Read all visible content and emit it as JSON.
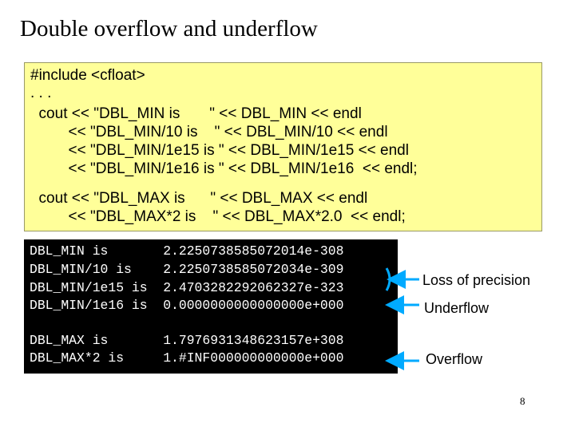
{
  "title": "Double overflow and underflow",
  "code": {
    "lines": [
      "#include <cfloat>",
      ". . .",
      "  cout << \"DBL_MIN is       \" << DBL_MIN << endl",
      "         << \"DBL_MIN/10 is    \" << DBL_MIN/10 << endl",
      "         << \"DBL_MIN/1e15 is \" << DBL_MIN/1e15 << endl",
      "         << \"DBL_MIN/1e16 is \" << DBL_MIN/1e16  << endl;",
      "  cout << \"DBL_MAX is      \" << DBL_MAX << endl",
      "         << \"DBL_MAX*2 is    \" << DBL_MAX*2.0  << endl;"
    ]
  },
  "output": {
    "lines": [
      "DBL_MIN is       2.2250738585072014e-308",
      "DBL_MIN/10 is    2.2250738585072034e-309",
      "DBL_MIN/1e15 is  2.4703282292062327e-323",
      "DBL_MIN/1e16 is  0.0000000000000000e+000",
      "DBL_MAX is       1.7976931348623157e+308",
      "DBL_MAX*2 is     1.#INF000000000000e+000"
    ]
  },
  "annotations": {
    "precision": "Loss of precision",
    "underflow": "Underflow",
    "overflow": "Overflow"
  },
  "colors": {
    "code_background": "#ffff99",
    "output_background": "#000000",
    "arrow": "#00aaff"
  },
  "page_number": "8"
}
